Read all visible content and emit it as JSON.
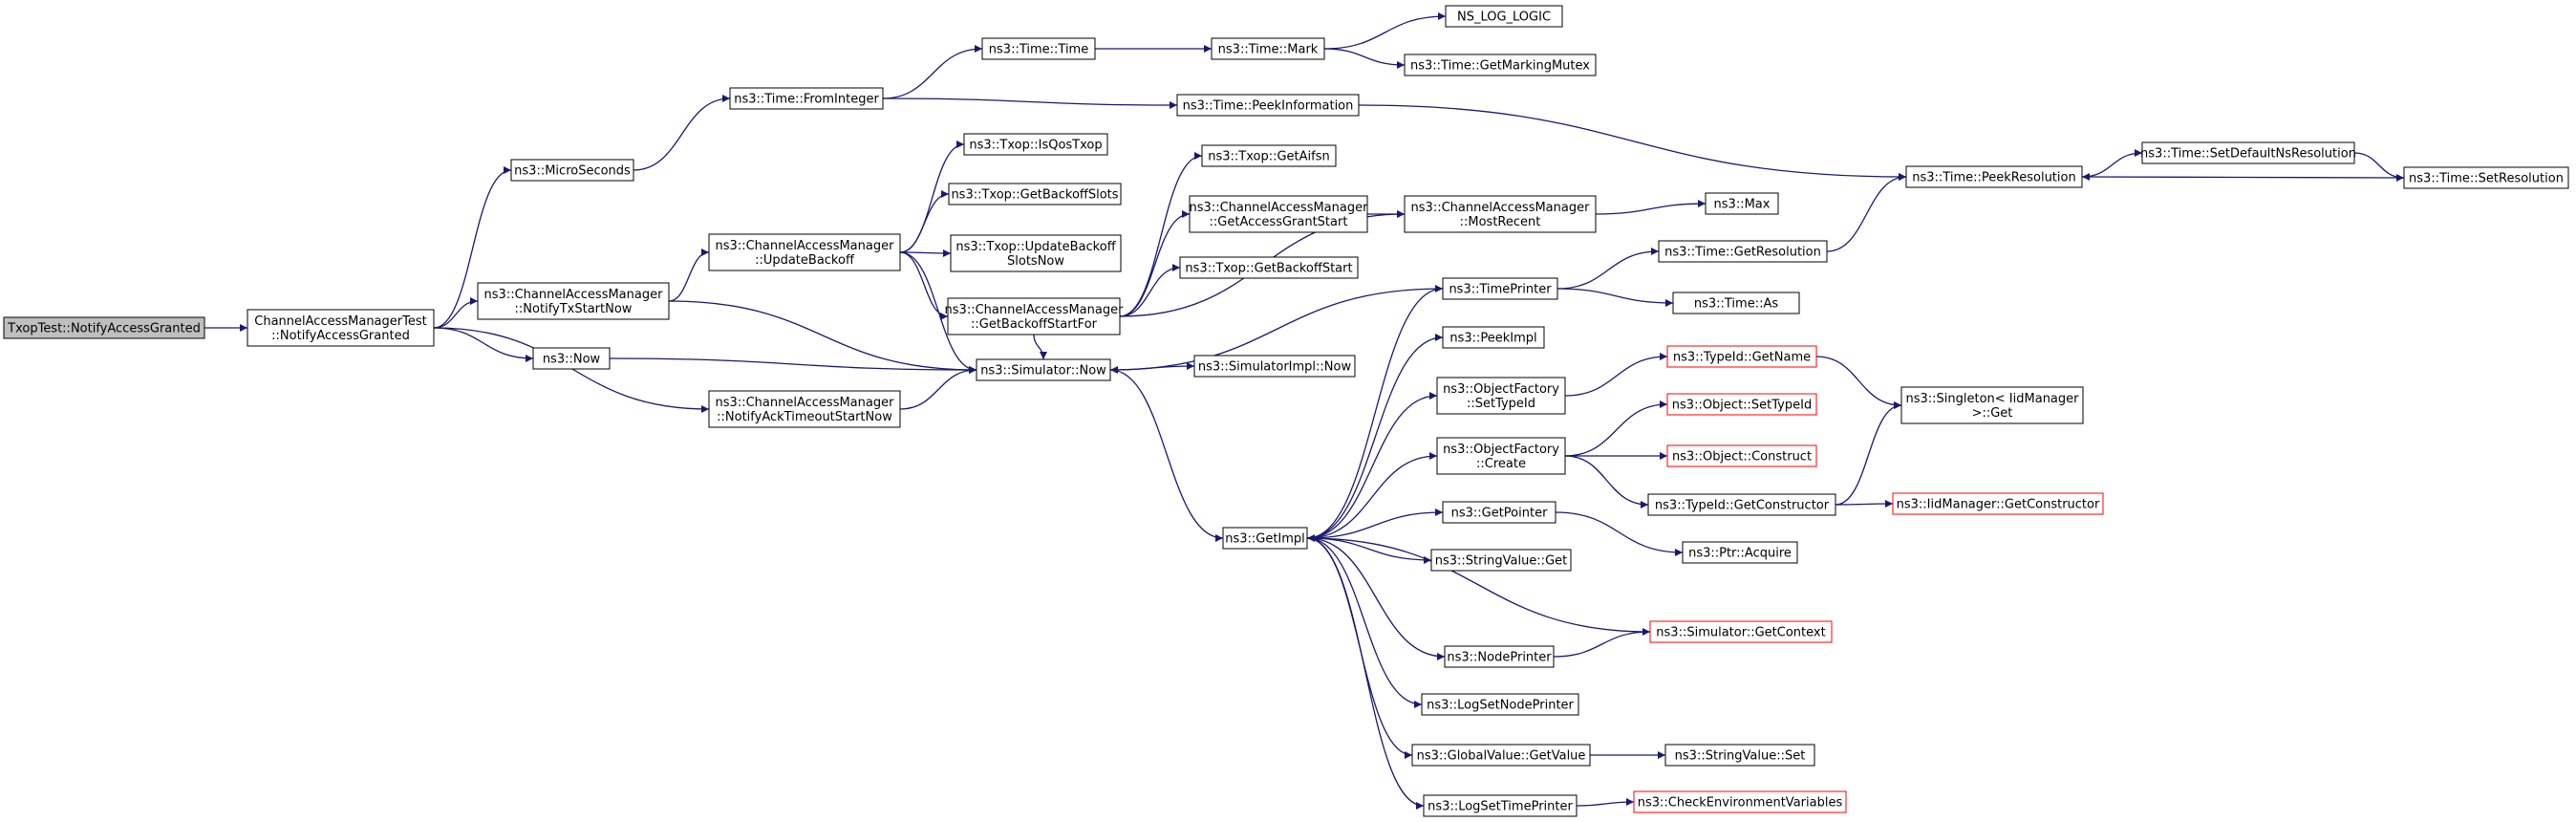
{
  "diagram": {
    "type": "doxygen-call-graph",
    "colors": {
      "edge": "#191970",
      "node_border": "#000000",
      "node_border_truncated": "#ff0000",
      "node_fill": "#ffffff",
      "root_fill": "#bfbfbf",
      "text": "#000000"
    },
    "nodes": [
      {
        "id": "root",
        "lines": [
          "TxopTest::NotifyAccessGranted"
        ],
        "root": true
      },
      {
        "id": "camt_nag",
        "lines": [
          "ChannelAccessManagerTest",
          "::NotifyAccessGranted"
        ]
      },
      {
        "id": "microseconds",
        "lines": [
          "ns3::MicroSeconds"
        ]
      },
      {
        "id": "cam_ntxs",
        "lines": [
          "ns3::ChannelAccessManager",
          "::NotifyTxStartNow"
        ]
      },
      {
        "id": "now",
        "lines": [
          "ns3::Now"
        ]
      },
      {
        "id": "cam_nack",
        "lines": [
          "ns3::ChannelAccessManager",
          "::NotifyAckTimeoutStartNow"
        ]
      },
      {
        "id": "fromint",
        "lines": [
          "ns3::Time::FromInteger"
        ]
      },
      {
        "id": "cam_ub",
        "lines": [
          "ns3::ChannelAccessManager",
          "::UpdateBackoff"
        ]
      },
      {
        "id": "sim_now",
        "lines": [
          "ns3::Simulator::Now"
        ]
      },
      {
        "id": "time_time",
        "lines": [
          "ns3::Time::Time"
        ]
      },
      {
        "id": "isqos",
        "lines": [
          "ns3::Txop::IsQosTxop"
        ]
      },
      {
        "id": "getbs",
        "lines": [
          "ns3::Txop::GetBackoffSlots"
        ]
      },
      {
        "id": "upbs",
        "lines": [
          "ns3::Txop::UpdateBackoff",
          "SlotsNow"
        ]
      },
      {
        "id": "cam_gbsf",
        "lines": [
          "ns3::ChannelAccessManager",
          "::GetBackoffStartFor"
        ]
      },
      {
        "id": "simimpl_now",
        "lines": [
          "ns3::SimulatorImpl::Now"
        ]
      },
      {
        "id": "getimpl",
        "lines": [
          "ns3::GetImpl"
        ]
      },
      {
        "id": "mark",
        "lines": [
          "ns3::Time::Mark"
        ]
      },
      {
        "id": "peekinfo",
        "lines": [
          "ns3::Time::PeekInformation"
        ]
      },
      {
        "id": "getaifsn",
        "lines": [
          "ns3::Txop::GetAifsn"
        ]
      },
      {
        "id": "cam_gags",
        "lines": [
          "ns3::ChannelAccessManager",
          "::GetAccessGrantStart"
        ]
      },
      {
        "id": "getbstart",
        "lines": [
          "ns3::Txop::GetBackoffStart"
        ]
      },
      {
        "id": "timeprinter",
        "lines": [
          "ns3::TimePrinter"
        ]
      },
      {
        "id": "peekimpl",
        "lines": [
          "ns3::PeekImpl"
        ]
      },
      {
        "id": "of_settid",
        "lines": [
          "ns3::ObjectFactory",
          "::SetTypeId"
        ]
      },
      {
        "id": "of_create",
        "lines": [
          "ns3::ObjectFactory",
          "::Create"
        ]
      },
      {
        "id": "getpointer",
        "lines": [
          "ns3::GetPointer"
        ]
      },
      {
        "id": "sv_get",
        "lines": [
          "ns3::StringValue::Get"
        ]
      },
      {
        "id": "nodeprinter",
        "lines": [
          "ns3::NodePrinter"
        ]
      },
      {
        "id": "logsetnp",
        "lines": [
          "ns3::LogSetNodePrinter"
        ]
      },
      {
        "id": "gv_getvalue",
        "lines": [
          "ns3::GlobalValue::GetValue"
        ]
      },
      {
        "id": "logsettp",
        "lines": [
          "ns3::LogSetTimePrinter"
        ]
      },
      {
        "id": "ns_log_logic",
        "lines": [
          "NS_LOG_LOGIC"
        ]
      },
      {
        "id": "marking_mutex",
        "lines": [
          "ns3::Time::GetMarkingMutex"
        ]
      },
      {
        "id": "cam_mr",
        "lines": [
          "ns3::ChannelAccessManager",
          "::MostRecent"
        ]
      },
      {
        "id": "time_getres",
        "lines": [
          "ns3::Time::GetResolution"
        ]
      },
      {
        "id": "time_as",
        "lines": [
          "ns3::Time::As"
        ]
      },
      {
        "id": "max",
        "lines": [
          "ns3::Max"
        ]
      },
      {
        "id": "typeid_getname",
        "lines": [
          "ns3::TypeId::GetName"
        ],
        "truncated": true
      },
      {
        "id": "obj_settid",
        "lines": [
          "ns3::Object::SetTypeId"
        ],
        "truncated": true
      },
      {
        "id": "obj_construct",
        "lines": [
          "ns3::Object::Construct"
        ],
        "truncated": true
      },
      {
        "id": "typeid_getctor",
        "lines": [
          "ns3::TypeId::GetConstructor"
        ]
      },
      {
        "id": "ptr_acquire",
        "lines": [
          "ns3::Ptr::Acquire"
        ]
      },
      {
        "id": "sim_getctx",
        "lines": [
          "ns3::Simulator::GetContext"
        ],
        "truncated": true
      },
      {
        "id": "sv_set",
        "lines": [
          "ns3::StringValue::Set"
        ]
      },
      {
        "id": "checkenv",
        "lines": [
          "ns3::CheckEnvironmentVariables"
        ],
        "truncated": true
      },
      {
        "id": "peekres",
        "lines": [
          "ns3::Time::PeekResolution"
        ]
      },
      {
        "id": "setdefres",
        "lines": [
          "ns3::Time::SetDefaultNsResolution"
        ]
      },
      {
        "id": "setres",
        "lines": [
          "ns3::Time::SetResolution"
        ]
      },
      {
        "id": "singleton_get",
        "lines": [
          "ns3::Singleton< IidManager",
          " >::Get"
        ]
      },
      {
        "id": "iid_getctor",
        "lines": [
          "ns3::IidManager::GetConstructor"
        ],
        "truncated": true
      }
    ],
    "edges": [
      [
        "root",
        "camt_nag"
      ],
      [
        "camt_nag",
        "microseconds"
      ],
      [
        "camt_nag",
        "cam_ntxs"
      ],
      [
        "camt_nag",
        "now"
      ],
      [
        "camt_nag",
        "cam_nack"
      ],
      [
        "microseconds",
        "fromint"
      ],
      [
        "fromint",
        "time_time"
      ],
      [
        "fromint",
        "peekinfo"
      ],
      [
        "time_time",
        "mark"
      ],
      [
        "mark",
        "ns_log_logic"
      ],
      [
        "mark",
        "marking_mutex"
      ],
      [
        "peekinfo",
        "peekres"
      ],
      [
        "peekres",
        "setdefres"
      ],
      [
        "setdefres",
        "setres"
      ],
      [
        "setres",
        "peekres"
      ],
      [
        "cam_ntxs",
        "cam_ub"
      ],
      [
        "cam_ntxs",
        "sim_now"
      ],
      [
        "now",
        "sim_now"
      ],
      [
        "cam_nack",
        "sim_now"
      ],
      [
        "cam_ub",
        "isqos"
      ],
      [
        "cam_ub",
        "getbs"
      ],
      [
        "cam_ub",
        "upbs"
      ],
      [
        "cam_ub",
        "cam_gbsf"
      ],
      [
        "cam_ub",
        "sim_now"
      ],
      [
        "cam_gbsf",
        "getaifsn"
      ],
      [
        "cam_gbsf",
        "cam_gags"
      ],
      [
        "cam_gbsf",
        "getbstart"
      ],
      [
        "cam_gbsf",
        "cam_mr"
      ],
      [
        "cam_gbsf",
        "sim_now"
      ],
      [
        "cam_gags",
        "cam_mr"
      ],
      [
        "cam_mr",
        "max"
      ],
      [
        "sim_now",
        "simimpl_now"
      ],
      [
        "sim_now",
        "getimpl"
      ],
      [
        "getimpl",
        "timeprinter"
      ],
      [
        "getimpl",
        "peekimpl"
      ],
      [
        "getimpl",
        "of_settid"
      ],
      [
        "getimpl",
        "of_create"
      ],
      [
        "getimpl",
        "getpointer"
      ],
      [
        "getimpl",
        "sv_get"
      ],
      [
        "getimpl",
        "nodeprinter"
      ],
      [
        "getimpl",
        "logsetnp"
      ],
      [
        "getimpl",
        "gv_getvalue"
      ],
      [
        "getimpl",
        "logsettp"
      ],
      [
        "timeprinter",
        "sim_now"
      ],
      [
        "timeprinter",
        "time_getres"
      ],
      [
        "timeprinter",
        "time_as"
      ],
      [
        "time_getres",
        "peekres"
      ],
      [
        "of_settid",
        "typeid_getname"
      ],
      [
        "of_create",
        "obj_settid"
      ],
      [
        "of_create",
        "obj_construct"
      ],
      [
        "of_create",
        "typeid_getctor"
      ],
      [
        "typeid_getname",
        "singleton_get"
      ],
      [
        "typeid_getctor",
        "singleton_get"
      ],
      [
        "typeid_getctor",
        "iid_getctor"
      ],
      [
        "getpointer",
        "ptr_acquire"
      ],
      [
        "nodeprinter",
        "sim_getctx"
      ],
      [
        "sim_getctx",
        "getimpl"
      ],
      [
        "gv_getvalue",
        "sv_set"
      ],
      [
        "logsettp",
        "checkenv"
      ]
    ]
  }
}
